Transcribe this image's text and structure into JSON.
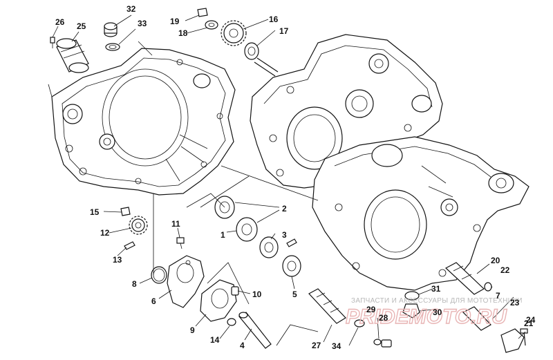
{
  "labels": [
    "1",
    "2",
    "3",
    "4",
    "5",
    "6",
    "7",
    "8",
    "9",
    "10",
    "11",
    "12",
    "13",
    "14",
    "15",
    "16",
    "17",
    "18",
    "19",
    "20",
    "21",
    "22",
    "23",
    "24",
    "25",
    "26",
    "27",
    "28",
    "29",
    "30",
    "31",
    "32",
    "33",
    "34"
  ],
  "watermark": {
    "text": "ЗАПЧАСТИ И АКСЕССУАРЫ ДЛЯ МОТОТЕХНИКИ",
    "logo": "PRIDEMOTO.RU"
  },
  "colors": {
    "ink": "#111111",
    "watermark": "#b8b8b8",
    "logo": "#e8b4b4"
  }
}
